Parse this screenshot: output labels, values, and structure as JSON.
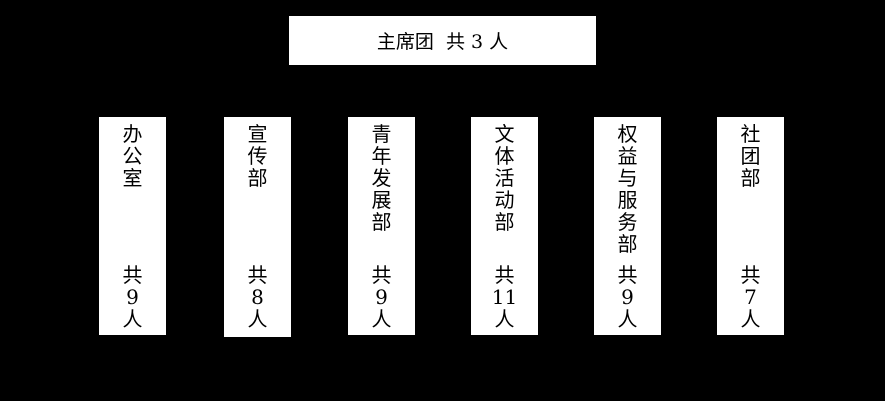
{
  "presidium": {
    "label": "主席团  共 3 人"
  },
  "departments": [
    {
      "name": "办公室",
      "count": "共 9 人"
    },
    {
      "name": "宣传部",
      "count": "共 8 人"
    },
    {
      "name": "青年发展部",
      "count": "共 9 人"
    },
    {
      "name": "文体活动部",
      "count": "共 11 人"
    },
    {
      "name": "权益与服务部",
      "count": "共 9 人"
    },
    {
      "name": "社团部",
      "count": "共 7 人"
    }
  ],
  "colors": {
    "background": "#000000",
    "box": "#ffffff",
    "text": "#000000"
  }
}
